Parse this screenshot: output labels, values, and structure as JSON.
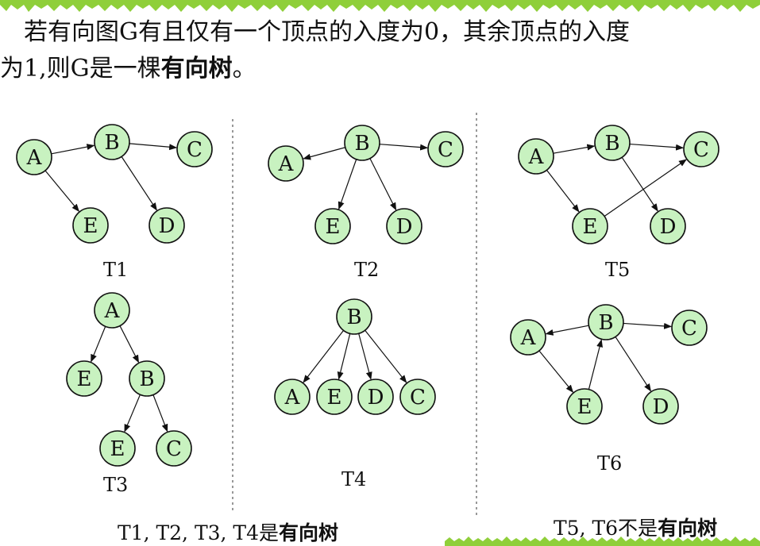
{
  "heading": {
    "line1": "若有向图G有且仅有一个顶点的入度为0，其余顶点的入度",
    "line2_prefix": "为1,则G是一棵",
    "line2_bold": "有向树",
    "line2_suffix": "。"
  },
  "trees": [
    {
      "id": "T1",
      "label": "T1",
      "nodes": [
        {
          "id": "A",
          "label": "A"
        },
        {
          "id": "B",
          "label": "B"
        },
        {
          "id": "C",
          "label": "C"
        },
        {
          "id": "E",
          "label": "E"
        },
        {
          "id": "D",
          "label": "D"
        }
      ],
      "edges": [
        [
          "A",
          "B"
        ],
        [
          "B",
          "C"
        ],
        [
          "A",
          "E"
        ],
        [
          "B",
          "D"
        ]
      ]
    },
    {
      "id": "T2",
      "label": "T2",
      "nodes": [
        {
          "id": "A",
          "label": "A"
        },
        {
          "id": "B",
          "label": "B"
        },
        {
          "id": "C",
          "label": "C"
        },
        {
          "id": "E",
          "label": "E"
        },
        {
          "id": "D",
          "label": "D"
        }
      ],
      "edges": [
        [
          "B",
          "A"
        ],
        [
          "B",
          "C"
        ],
        [
          "B",
          "E"
        ],
        [
          "B",
          "D"
        ]
      ]
    },
    {
      "id": "T5",
      "label": "T5",
      "nodes": [
        {
          "id": "A",
          "label": "A"
        },
        {
          "id": "B",
          "label": "B"
        },
        {
          "id": "C",
          "label": "C"
        },
        {
          "id": "E",
          "label": "E"
        },
        {
          "id": "D",
          "label": "D"
        }
      ],
      "edges": [
        [
          "A",
          "B"
        ],
        [
          "B",
          "C"
        ],
        [
          "A",
          "E"
        ],
        [
          "E",
          "C"
        ],
        [
          "B",
          "D"
        ]
      ]
    },
    {
      "id": "T3",
      "label": "T3",
      "nodes": [
        {
          "id": "A",
          "label": "A"
        },
        {
          "id": "E1",
          "label": "E"
        },
        {
          "id": "B",
          "label": "B"
        },
        {
          "id": "E2",
          "label": "E"
        },
        {
          "id": "C",
          "label": "C"
        }
      ],
      "edges": [
        [
          "A",
          "E1"
        ],
        [
          "A",
          "B"
        ],
        [
          "B",
          "E2"
        ],
        [
          "B",
          "C"
        ]
      ]
    },
    {
      "id": "T4",
      "label": "T4",
      "nodes": [
        {
          "id": "B",
          "label": "B"
        },
        {
          "id": "A",
          "label": "A"
        },
        {
          "id": "E",
          "label": "E"
        },
        {
          "id": "D",
          "label": "D"
        },
        {
          "id": "C",
          "label": "C"
        }
      ],
      "edges": [
        [
          "B",
          "A"
        ],
        [
          "B",
          "E"
        ],
        [
          "B",
          "D"
        ],
        [
          "B",
          "C"
        ]
      ]
    },
    {
      "id": "T6",
      "label": "T6",
      "nodes": [
        {
          "id": "A",
          "label": "A"
        },
        {
          "id": "B",
          "label": "B"
        },
        {
          "id": "C",
          "label": "C"
        },
        {
          "id": "E",
          "label": "E"
        },
        {
          "id": "D",
          "label": "D"
        }
      ],
      "edges": [
        [
          "B",
          "A"
        ],
        [
          "B",
          "C"
        ],
        [
          "A",
          "E"
        ],
        [
          "E",
          "B"
        ],
        [
          "B",
          "D"
        ]
      ]
    }
  ],
  "captions": {
    "left_prefix": "T1, T2, T3, T4是",
    "left_bold": "有向树",
    "right_prefix": "T5, T6不是",
    "right_bold": "有向树"
  },
  "colors": {
    "node_fill": "#c8f2c0",
    "grass": "#8fcf3a"
  }
}
